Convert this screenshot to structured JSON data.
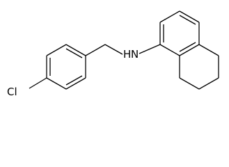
{
  "molecule": {
    "atoms": {
      "chlorine": "Cl",
      "amine": "N",
      "amine_hydrogen": "H"
    }
  }
}
